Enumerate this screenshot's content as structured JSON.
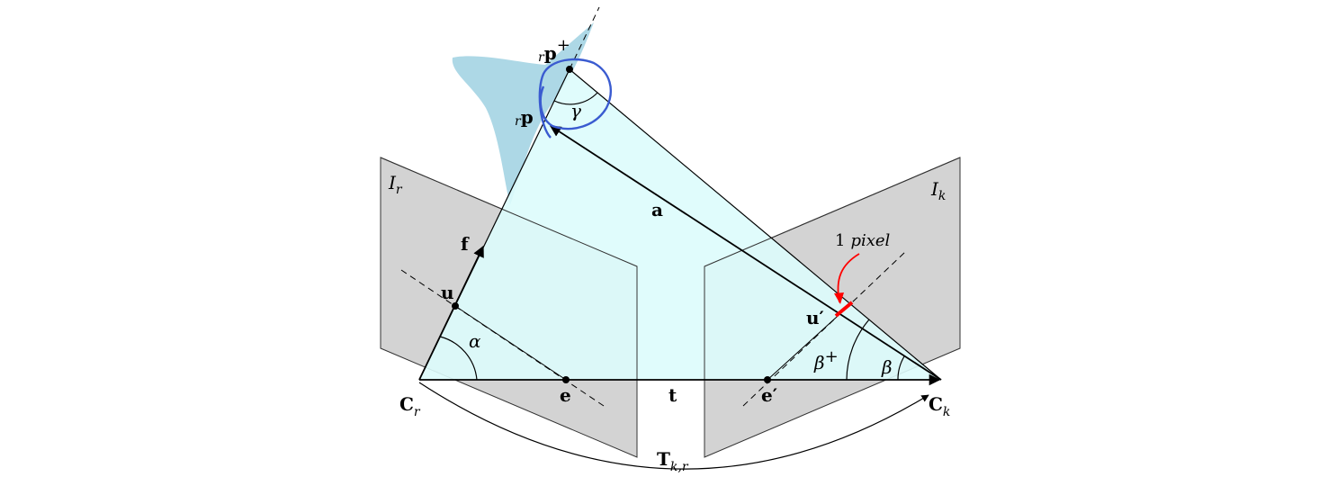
{
  "colors": {
    "image_plane": "#d3d3d3",
    "triangle_fill": "#ddfcfc",
    "uncertainty_fill": "#add8e6",
    "highlight_curve": "#3a5bd0",
    "pixel_marker": "#ff0000"
  },
  "labels": {
    "image_r": "I",
    "image_r_sub": "r",
    "image_k": "I",
    "image_k_sub": "k",
    "camera_r": "C",
    "camera_r_sub": "r",
    "camera_k": "C",
    "camera_k_sub": "k",
    "point_r_p_plus_prefix": "r",
    "point_r_p_plus": "p",
    "point_r_p_plus_sup": "+",
    "point_r_p_prefix": "r",
    "point_r_p": "p",
    "vector_a": "a",
    "vector_f": "f",
    "vector_t": "t",
    "point_u": "u",
    "point_u_prime": "u′",
    "epipole_e": "e",
    "epipole_e_prime": "e′",
    "angle_alpha": "α",
    "angle_beta": "β",
    "angle_beta_plus": "β",
    "angle_beta_plus_sup": "+",
    "angle_gamma": "γ",
    "pixel_note_number": "1",
    "pixel_note_unit": "pixel",
    "transform": "T",
    "transform_sub": "k,r"
  }
}
